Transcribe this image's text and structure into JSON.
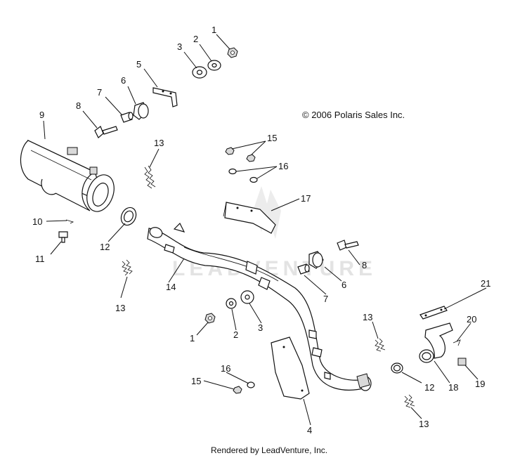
{
  "copyright": "© 2006 Polaris Sales Inc.",
  "footer": "Rendered by LeadVenture, Inc.",
  "watermark": "LEADVENTURE",
  "callouts": {
    "c1a": "1",
    "c2a": "2",
    "c3a": "3",
    "c4": "4",
    "c5": "5",
    "c6a": "6",
    "c7a": "7",
    "c8a": "8",
    "c9": "9",
    "c10": "10",
    "c11": "11",
    "c12a": "12",
    "c13a": "13",
    "c13b": "13",
    "c14": "14",
    "c15a": "15",
    "c16a": "16",
    "c17": "17",
    "c8b": "8",
    "c6b": "6",
    "c7b": "7",
    "c1b": "1",
    "c2b": "2",
    "c3b": "3",
    "c13c": "13",
    "c21": "21",
    "c20": "20",
    "c12b": "12",
    "c18": "18",
    "c19": "19",
    "c16b": "16",
    "c15b": "15",
    "c13d": "13"
  }
}
